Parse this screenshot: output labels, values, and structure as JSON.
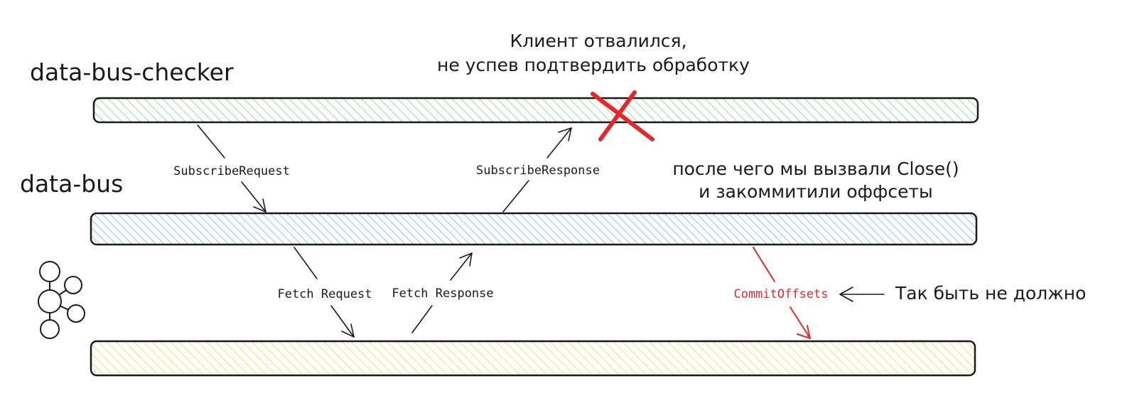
{
  "colors": {
    "ink": "#1a1a1a",
    "alert": "#e0282e",
    "checker_fill": "#7fd18a",
    "bus_fill": "#6fb6ea",
    "kafka_fill": "#f2d44a"
  },
  "lanes": {
    "checker_label": "data-bus-checker",
    "bus_label": "data-bus",
    "kafka_icon": "kafka-logo-icon"
  },
  "messages": {
    "subscribe_request": "SubscribeRequest",
    "subscribe_response": "SubscribeResponse",
    "fetch_request": "Fetch Request",
    "fetch_response": "Fetch Response",
    "commit_offsets": "CommitOffsets"
  },
  "notes": {
    "client_dropped_line1": "Клиент отвалился,",
    "client_dropped_line2": "не успев подтвердить обработку",
    "after_close_line1": "после чего мы вызвали Close()",
    "after_close_line2": "и закоммитили оффсеты",
    "should_not_be": "Так быть не должно"
  }
}
